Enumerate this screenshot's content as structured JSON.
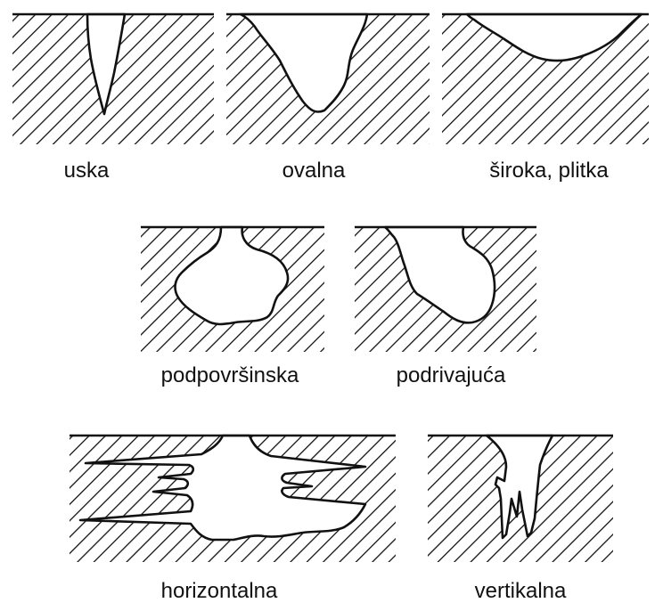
{
  "figures": [
    {
      "id": "uska",
      "label": "uska"
    },
    {
      "id": "ovalna",
      "label": "ovalna"
    },
    {
      "id": "siroka",
      "label": "široka, plitka"
    },
    {
      "id": "podpovrsinska",
      "label": "podpovršinska"
    },
    {
      "id": "podrivajuca",
      "label": "podrivajuća"
    },
    {
      "id": "horizontalna",
      "label": "horizontalna"
    },
    {
      "id": "vertikalna",
      "label": "vertikalna"
    }
  ]
}
